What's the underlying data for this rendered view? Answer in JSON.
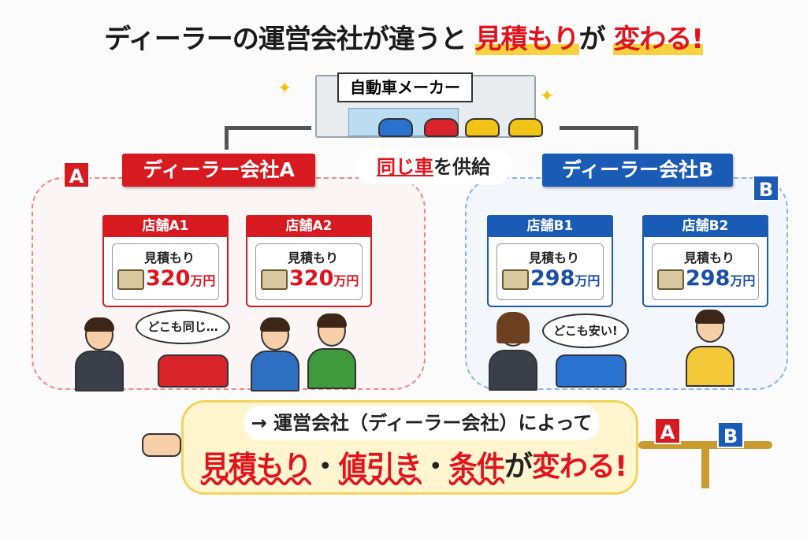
{
  "title": {
    "part1": "ディーラーの運営会社が違うと",
    "part2": "見積もり",
    "part3": "が",
    "part4": "変わる!"
  },
  "maker": {
    "label": "自動車メーカー"
  },
  "supply": {
    "highlight": "同じ車",
    "rest": "を供給"
  },
  "dealer_a": {
    "label": "ディーラー会社A",
    "tag": "A",
    "color": "#d71920"
  },
  "dealer_b": {
    "label": "ディーラー会社B",
    "tag": "B",
    "color": "#1a5bb5"
  },
  "stores": [
    {
      "name": "店舗A1",
      "estimate_label": "見積もり",
      "price": "320",
      "unit": "万円"
    },
    {
      "name": "店舗A2",
      "estimate_label": "見積もり",
      "price": "320",
      "unit": "万円"
    },
    {
      "name": "店舗B1",
      "estimate_label": "見積もり",
      "price": "298",
      "unit": "万円"
    },
    {
      "name": "店舗B2",
      "estimate_label": "見積もり",
      "price": "298",
      "unit": "万円"
    }
  ],
  "bubbles": {
    "a": "どこも同じ…",
    "b": "どこも安い!"
  },
  "banner": {
    "arrow": "→",
    "line1": "運営会社（ディーラー会社）によって",
    "w1": "見積もり",
    "sep1": "・",
    "w2": "値引き",
    "sep2": "・",
    "w3": "条件",
    "mid": "が",
    "w4": "変わる!"
  },
  "scale": {
    "left": "A",
    "right": "B"
  }
}
